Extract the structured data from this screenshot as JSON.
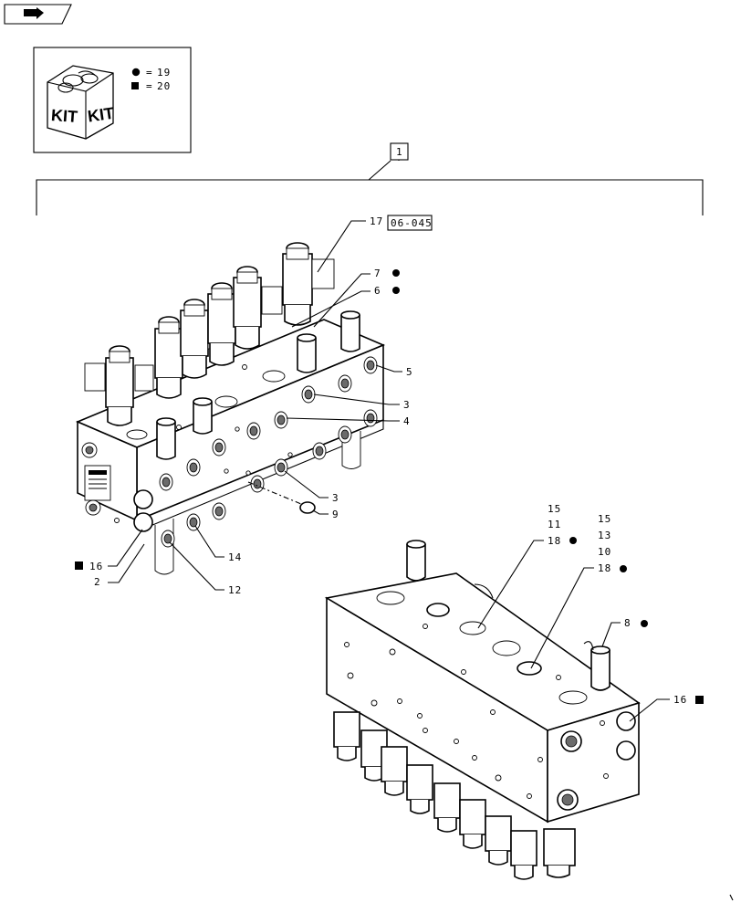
{
  "kit_legend": {
    "title": "KIT",
    "entries": [
      {
        "symbol": "circle",
        "value": "19"
      },
      {
        "symbol": "square",
        "value": "20"
      }
    ]
  },
  "assembly_callout": "1",
  "reference": "06-045",
  "callouts": {
    "c17": "17",
    "c7": "7",
    "c6": "6",
    "c5": "5",
    "c3a": "3",
    "c4": "4",
    "c3b": "3",
    "c9": "9",
    "c14": "14",
    "c12": "12",
    "c16a": "16",
    "c2": "2",
    "c15a": "15",
    "c11": "11",
    "c18a": "18",
    "c15b": "15",
    "c13": "13",
    "c10": "10",
    "c18b": "18",
    "c8": "8",
    "c16b": "16"
  },
  "colors": {
    "ink": "#000000",
    "paper": "#ffffff",
    "shade": "#6b6b6b"
  }
}
